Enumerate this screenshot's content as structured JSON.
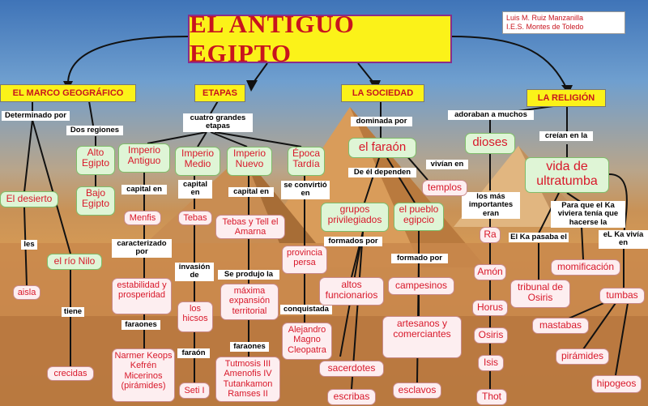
{
  "title": "EL ANTIGUO EGIPTO",
  "author": {
    "line1": "Luis M. Ruiz Manzanilla",
    "line2": "I.E.S. Montes de Toledo"
  },
  "sections": {
    "marco": "EL MARCO GEOGRÁFICO",
    "etapas": "ETAPAS",
    "sociedad": "LA SOCIEDAD",
    "religion": "LA RELIGIÓN"
  },
  "nodes": {
    "alto_egipto": "Alto Egipto",
    "bajo_egipto": "Bajo Egipto",
    "desierto": "El desierto",
    "nilo": "el río Nilo",
    "aisla": "aisla",
    "crecidas": "crecidas",
    "imperio_antiguo": "Imperio Antiguo",
    "imperio_medio": "Imperio Medio",
    "imperio_nuevo": "Imperio Nuevo",
    "epoca_tardia": "Época Tardía",
    "menfis": "Menfis",
    "estabilidad": "estabilidad y prosperidad",
    "faraones_antiguo": "Narmer Keops Kefrén Micerinos (pirámides)",
    "tebas": "Tebas",
    "hicsos": "los hicsos",
    "seti": "Seti I",
    "tebas_amarna": "Tebas y Tell el Amarna",
    "expansion": "máxima expansión territorial",
    "faraones_nuevo": "Tutmosis III Amenofis IV Tutankamon Ramses II",
    "provincia": "provincia persa",
    "alejandro": "Alejandro Magno Cleopatra",
    "farao": "el faraón",
    "grupos": "grupos privilegiados",
    "pueblo": "el pueblo egipcio",
    "templos": "templos",
    "altos": "altos funcionarios",
    "sacerdotes": "sacerdotes",
    "escribas": "escribas",
    "campesinos": "campesinos",
    "artesanos": "artesanos y comerciantes",
    "esclavos": "esclavos",
    "dioses": "dioses",
    "ra": "Ra",
    "amon": "Amón",
    "horus": "Horus",
    "osiris": "Osiris",
    "isis": "Isis",
    "thot": "Thot",
    "vida": "vida de ultratumba",
    "tribunal": "tribunal de Osiris",
    "momificacion": "momificación",
    "tumbas": "tumbas",
    "mastabas": "mastabas",
    "piramides": "pirámides",
    "hipogeos": "hipogeos"
  },
  "links": {
    "determinado": "Determinado por",
    "dos_regiones": "Dos regiones",
    "les": "les",
    "tiene": "tiene",
    "cuatro": "cuatro grandes etapas",
    "capital_antiguo": "capital en",
    "caracterizado": "caracterizado por",
    "faraones1": "faraones",
    "capital_medio": "capital en",
    "invasion": "invasión de",
    "faraon_medio": "faraón",
    "capital_nuevo": "capital en",
    "se_produjo": "Se produjo la",
    "faraones2": "faraones",
    "convirtio": "se convirtió en",
    "conquistada": "conquistada",
    "dominada": "dominada por",
    "de_el": "De él dependen",
    "vivian": "vivían en",
    "formados1": "formados por",
    "formados2": "formado por",
    "adoraban": "adoraban a muchos",
    "los_mas": "los más importantes eran",
    "creian": "creían en la",
    "para_que": "Para que el Ka viviera tenía que hacerse la",
    "ka_pasaba": "El Ka pasaba el",
    "ka_vivia": "eL Ka vivía en"
  },
  "colors": {
    "title_bg": "#fbf219",
    "title_text": "#c8141e",
    "node_text": "#d8182a",
    "pink_node": "#fdeef0",
    "green_node": "#dff5d6"
  }
}
